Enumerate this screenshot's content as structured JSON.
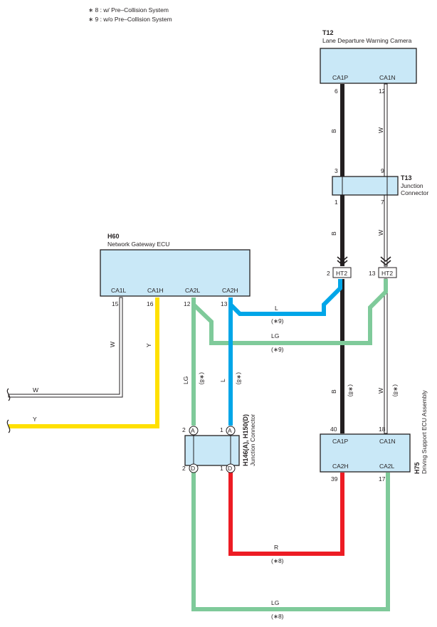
{
  "notes": {
    "n8": "∗ 8 : w/ Pre–Collision System",
    "n9": "∗ 9 : w/o Pre–Collision System"
  },
  "components": {
    "t12": {
      "id": "T12",
      "name": "Lane Departure Warning Camera",
      "pins": [
        "CA1P",
        "CA1N"
      ],
      "pin_numbers": [
        "6",
        "12"
      ]
    },
    "t13": {
      "id": "T13",
      "name_line1": "Junction",
      "name_line2": "Connector",
      "pins_top": [
        "3",
        "9"
      ],
      "pins_bottom": [
        "1",
        "7"
      ]
    },
    "h60": {
      "id": "H60",
      "name": "Network Gateway ECU",
      "pins": [
        "CA1L",
        "CA1H",
        "CA2L",
        "CA2H"
      ],
      "pin_numbers": [
        "15",
        "16",
        "12",
        "13"
      ]
    },
    "ht2": {
      "label": "HT2",
      "pin_left": "2",
      "pin_right": "13"
    },
    "h146": {
      "id": "H146(A), H150(D)",
      "name": "Junction Connector",
      "top_pins": [
        "2",
        "1"
      ],
      "top_letter": "A",
      "bottom_pins": [
        "2",
        "1"
      ],
      "bottom_letter": "D"
    },
    "h75": {
      "id": "H75",
      "name": "Driving Support ECU Assembly",
      "pins_top": [
        "CA1P",
        "CA1N"
      ],
      "pin_numbers_top": [
        "40",
        "18"
      ],
      "pins_bottom": [
        "CA2H",
        "CA2L"
      ],
      "pin_numbers_bottom": [
        "39",
        "17"
      ]
    }
  },
  "wires": {
    "b": "B",
    "w": "W",
    "y": "Y",
    "l": "L",
    "lg": "LG",
    "r": "R",
    "tag8": "(∗8)",
    "tag9": "(∗9)"
  },
  "colors": {
    "black": "#231f20",
    "white_wire": "#ffffff",
    "yellow": "#ffe000",
    "blue": "#00a6e8",
    "green": "#7fca9a",
    "red": "#ed1c24",
    "connector": "#c9e8f7"
  }
}
